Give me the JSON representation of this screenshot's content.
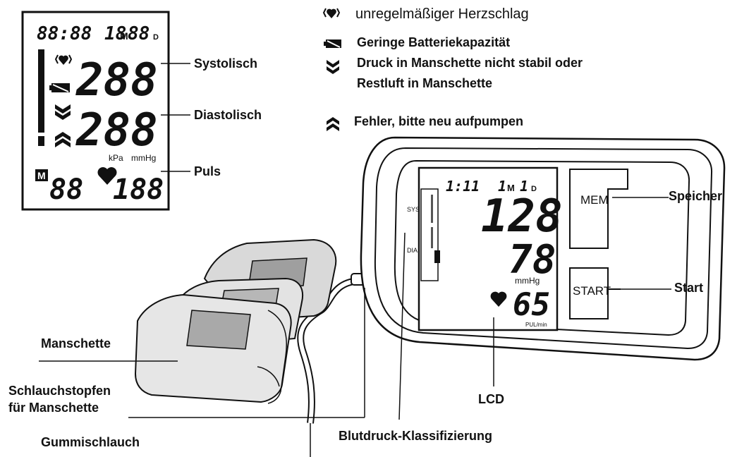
{
  "legend": {
    "irregular_heartbeat": "unregelmäßiger Herzschlag",
    "low_battery": "Geringe Batteriekapazität",
    "pressure_unstable_line1": "Druck in Manschette nicht stabil oder",
    "pressure_unstable_line2": "Restluft in Manschette",
    "error_reinflate": "Fehler, bitte neu aufpumpen"
  },
  "lcd_detail": {
    "time": "88:88",
    "month": "18",
    "month_unit": "M",
    "day": "88",
    "day_unit": "D",
    "systolic_digits": "288",
    "diastolic_digits": "288",
    "unit_kpa": "kPa",
    "unit_mmhg": "mmHg",
    "memory_badge": "M",
    "memory_digits": "88",
    "pulse_digits": "188",
    "labels": {
      "systolic": "Systolisch",
      "diastolic": "Diastolisch",
      "pulse": "Puls"
    }
  },
  "device": {
    "display": {
      "time": "1:11",
      "month": "1",
      "month_unit": "M",
      "day": "1",
      "day_unit": "D",
      "sys_label": "SYS",
      "dia_label": "DIA",
      "systolic": "128",
      "diastolic": "78",
      "unit": "mmHg",
      "pulse": "65",
      "pulse_unit": "PUL/min"
    },
    "buttons": {
      "mem": "MEM",
      "start": "START"
    }
  },
  "callouts": {
    "speicher": "Speicher",
    "start": "Start",
    "lcd": "LCD",
    "classification": "Blutdruck-Klassifizierung",
    "cuff": "Manschette",
    "plug_line1": "Schlauchstopfen",
    "plug_line2": "für Manschette",
    "tube": "Gummischlauch"
  },
  "colors": {
    "line": "#111111",
    "lcd_background": "#ffffff",
    "device_body": "#ffffff",
    "cuff_light": "#e6e6e6",
    "cuff_mid": "#cfcfcf",
    "cuff_pad": "#a9a9a9"
  }
}
